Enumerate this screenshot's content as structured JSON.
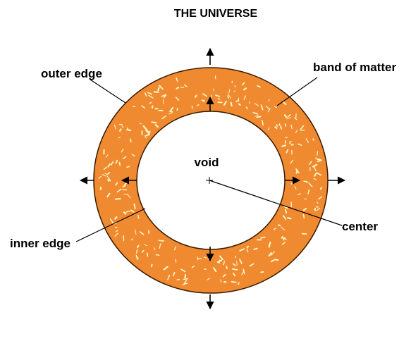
{
  "title": "THE UNIVERSE",
  "labels": {
    "void": "void",
    "outer_edge": "outer edge",
    "band_of_matter": "band of matter",
    "inner_edge": "inner edge",
    "center": "center"
  },
  "colors": {
    "band": "#f08a30",
    "band_outline": "#3a1a00",
    "speckle": "#fff6c8",
    "arrow": "#000000",
    "background": "#ffffff"
  }
}
